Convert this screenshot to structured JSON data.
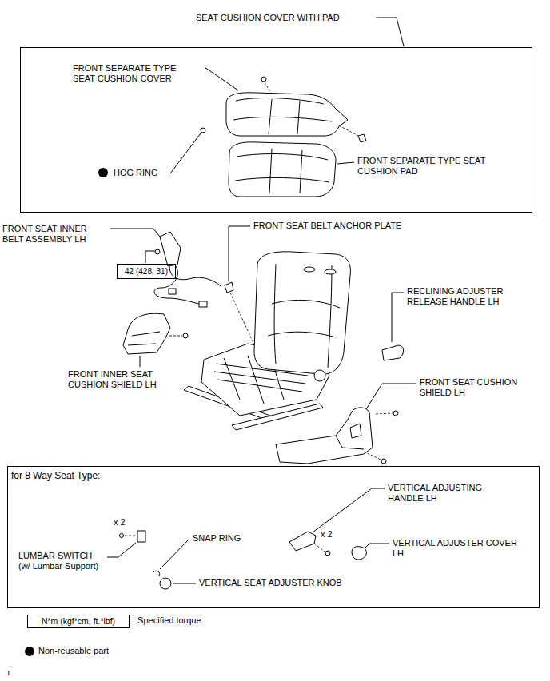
{
  "diagram": {
    "nodes": [
      {
        "text": [
          "SEAT CUSHION COVER WITH PAD"
        ]
      },
      {
        "text": [
          "42 (428, 31)"
        ]
      },
      {
        "text": [
          "for 8 Way Seat Type:"
        ]
      },
      {
        "text": [
          "N*m (kgf*cm, ft.*lbf)"
        ]
      }
    ],
    "labels": [
      "FRONT SEPARATE TYPE SEAT CUSHION COVER",
      "HOG RING",
      "FRONT SEPARATE TYPE SEAT CUSHION PAD",
      "FRONT SEAT INNER BELT ASSEMBLY LH",
      "FRONT SEAT BELT ANCHOR PLATE",
      "RECLINING ADJUSTER RELEASE HANDLE LH",
      "FRONT INNER SEAT CUSHION SHIELD LH",
      "FRONT SEAT CUSHION SHIELD LH",
      "x 2",
      "LUMBAR SWITCH (w/ Lumbar Support)",
      "SNAP RING",
      "VERTICAL SEAT ADJUSTER KNOB",
      "VERTICAL ADJUSTING HANDLE LH",
      "x 2",
      "VERTICAL ADJUSTER COVER LH",
      "T"
    ],
    "legend": [
      {
        "text": ": Specified torque"
      },
      {
        "text": "Non-reusable part",
        "color": "#000000"
      }
    ]
  }
}
